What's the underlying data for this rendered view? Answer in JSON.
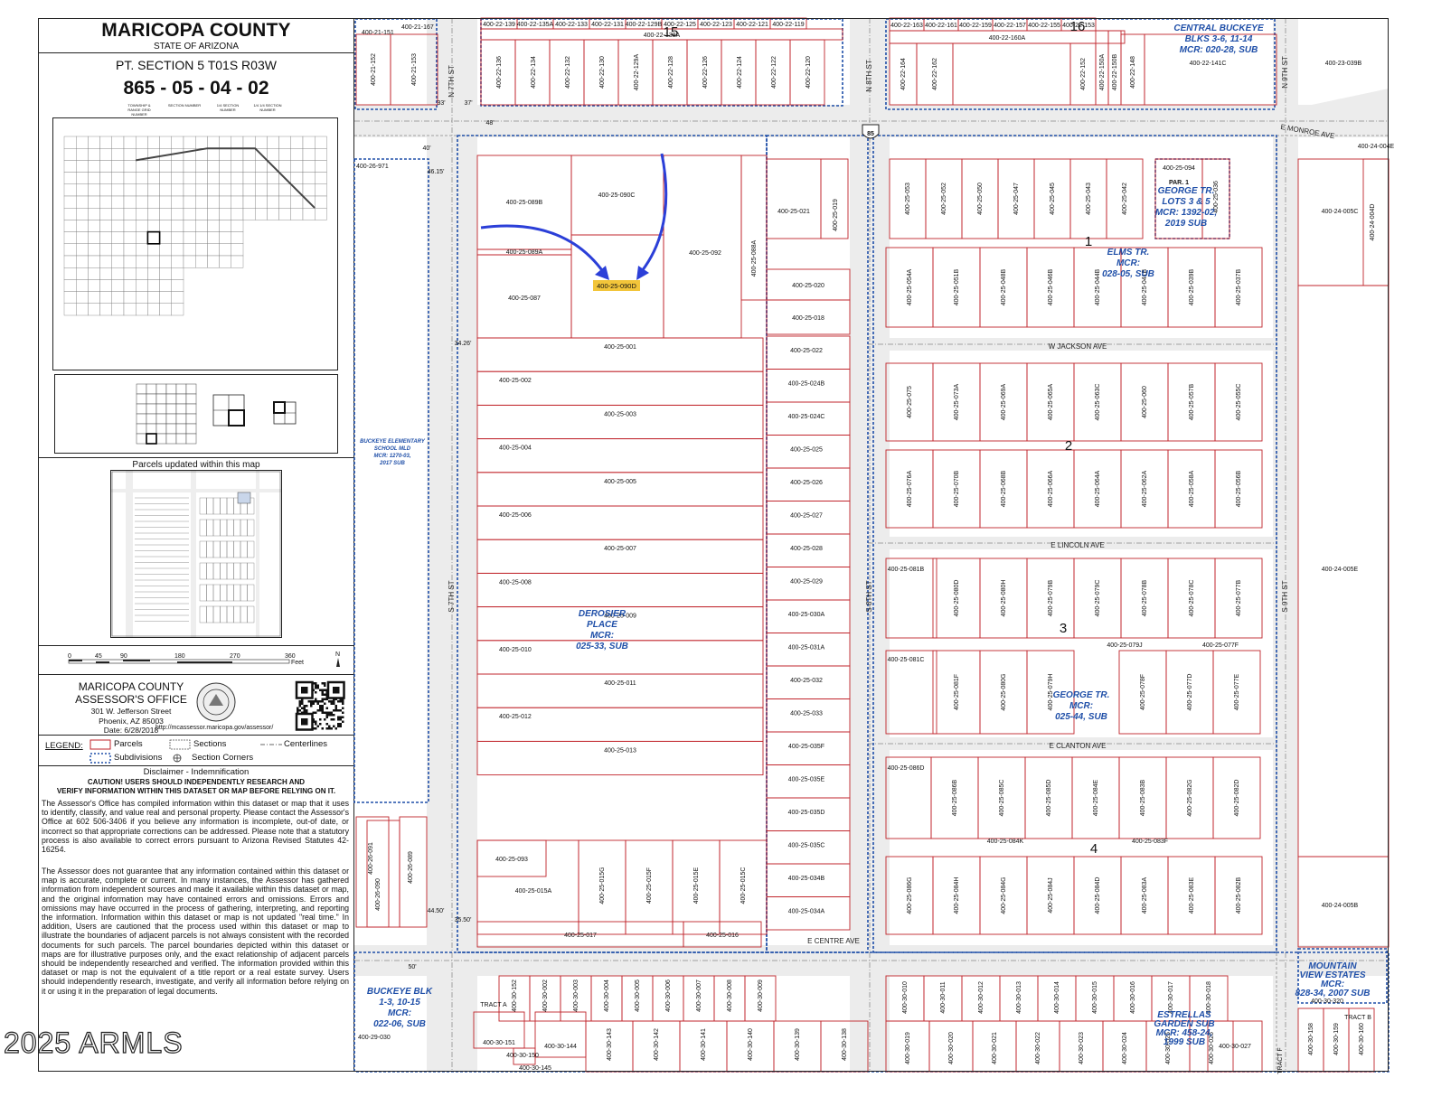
{
  "header": {
    "county": "MARICOPA COUNTY",
    "state": "STATE OF ARIZONA",
    "section": "PT. SECTION  5  T01S R03W",
    "book": "865 - 05 - 04 - 02",
    "book_labels": [
      "TOWNSHIP & RANGE GRID NUMBER",
      "SECTION NUMBER",
      "1/4 SECTION NUMBER",
      "1/4 1/4 SECTION NUMBER"
    ]
  },
  "updated_map": {
    "title": "Parcels updated within this map"
  },
  "scale": {
    "ticks": [
      "0",
      "45",
      "90",
      "180",
      "270",
      "360"
    ],
    "unit": "Feet",
    "north": "N"
  },
  "assessor": {
    "line1": "MARICOPA COUNTY",
    "line2": "ASSESSOR'S OFFICE",
    "address": "301 W. Jefferson Street",
    "city": "Phoenix, AZ 85003",
    "date": "Date: 6/28/2018",
    "url": "http://mcassessor.maricopa.gov/assessor/",
    "seal_text": "MARICOPA COUNTY"
  },
  "legend": {
    "title": "LEGEND:",
    "parcels": "Parcels",
    "sections": "Sections",
    "centerlines": "Centerlines",
    "subdivisions": "Subdivisions",
    "section_corners": "Section Corners"
  },
  "disclaimer": {
    "title": "Disclaimer - Indemnification",
    "caution_1": "CAUTION!   USERS   SHOULD   INDEPENDENTLY   RESEARCH   AND",
    "caution_2": "VERIFY INFORMATION WITHIN THIS DATASET OR MAP BEFORE RELYING ON IT.",
    "p1": "The Assessor's Office has compiled information within this dataset or map that it uses to identify, classify, and value real and personal property. Please contact the Assessor's Office at 602 506-3406 if you believe any information is incomplete, out-of date, or incorrect so that appropriate corrections can be addressed. Please note that a statutory process is also available to correct errors pursuant to Arizona Revised Statutes 42-16254.",
    "p2": "The Assessor does not guarantee that any information contained within this dataset or map is accurate, complete or current.  In many instances, the Assessor has gathered information from independent sources and made it available within this dataset or map, and the original information may have contained errors and omissions.  Errors and omissions may have occurred in the process of gathering, interpreting, and reporting the information. Information within this dataset or map is not updated \"real time.\" In addition, Users are cautioned that the  process used within this dataset or map to illustrate the boundaries of adjacent parcels is not always consistent with the recorded documents for such parcels.  The parcel boundaries depicted within this dataset or maps are for illustrative purposes only, and the exact relationship of adjacent parcels should be independently researched and verified.  The information provided within this dataset or map is not the equivalent of a title report or a real estate survey. Users should independently research, investigate, and verify all information before relying on it or using it in the preparation of legal documents."
  },
  "watermark": "2025 ARMLS",
  "colors": {
    "parcel": "#c0242b",
    "subdivision": "#1f4fa8",
    "highlight": "#f2c53a",
    "arrow": "#2b3fd8"
  },
  "map": {
    "highlighted_parcel": "400-25-090D",
    "streets": [
      "N 7TH ST",
      "N 8TH ST",
      "N 9TH ST",
      "E MONROE AVE",
      "W JACKSON AVE",
      "E LINCOLN AVE",
      "E CLANTON AVE",
      "E CENTRE AVE",
      "S 7TH ST",
      "S 8TH ST",
      "S 9TH ST"
    ],
    "route_shield": "85",
    "section_numbers": [
      "15",
      "16"
    ],
    "block_numbers": [
      "1",
      "2",
      "3",
      "4"
    ],
    "subdivisions": [
      {
        "lines": [
          "CENTRAL BUCKEYE",
          "BLKS 3-6, 11-14",
          "MCR: 020-28, SUB"
        ]
      },
      {
        "lines": [
          "ELMS TR.",
          "MCR:",
          "028-05, SUB"
        ]
      },
      {
        "lines": [
          "GEORGE TR.",
          "LOTS 3 & 5",
          "MCR: 1392-02,",
          "2019 SUB"
        ]
      },
      {
        "lines": [
          "DEROSIER",
          "PLACE",
          "MCR:",
          "025-33, SUB"
        ]
      },
      {
        "lines": [
          "GEORGE TR.",
          "MCR:",
          "025-44, SUB"
        ]
      },
      {
        "lines": [
          "BUCKEYE ELEMENTARY",
          "SCHOOL MLD",
          "MCR: 1270-03,",
          "2017 SUB"
        ]
      },
      {
        "lines": [
          "BUCKEYE BLK",
          "1-3, 10-15",
          "MCR:",
          "022-06, SUB"
        ]
      },
      {
        "lines": [
          "ESTRELLAS",
          "GARDEN SUB",
          "MCR: 458-24,",
          "1999 SUB"
        ]
      },
      {
        "lines": [
          "MOUNTAIN",
          "VIEW ESTATES",
          "MCR:",
          "828-34, 2007 SUB"
        ]
      }
    ],
    "dimensions": [
      "33'",
      "37'",
      "48'",
      "40'",
      "46.15'",
      "34.26'",
      "44.50'",
      "35.50'",
      "50'"
    ],
    "tract_labels": [
      "TRACT A",
      "TRACT B",
      "TRACT F",
      "PAR. 1"
    ],
    "parcels_top": [
      "400-21-152",
      "400-21-153",
      "400-21-151",
      "400-21-167",
      "400-22-139",
      "400-22-135A",
      "400-22-133",
      "400-22-131",
      "400-22-129B",
      "400-22-125",
      "400-22-123",
      "400-22-121",
      "400-22-119",
      "400-22-138A",
      "400-22-136",
      "400-22-134",
      "400-22-132",
      "400-22-130",
      "400-22-129A",
      "400-22-128",
      "400-22-126",
      "400-22-124",
      "400-22-122",
      "400-22-120",
      "400-22-163",
      "400-22-161",
      "400-22-159",
      "400-22-157",
      "400-22-155",
      "400-22-153",
      "400-22-160A",
      "400-22-164",
      "400-22-162",
      "400-22-152",
      "400-22-150A",
      "400-22-150B",
      "400-22-148",
      "400-22-141C",
      "400-23-039B"
    ],
    "parcels_block_a": [
      "400-26-971",
      "400-25-089B",
      "400-25-090C",
      "400-25-089A",
      "400-25-087",
      "400-25-090D",
      "400-25-092",
      "400-25-088A",
      "400-25-021",
      "400-25-019",
      "400-25-020",
      "400-25-018",
      "400-25-001",
      "400-25-002",
      "400-25-003",
      "400-25-004",
      "400-25-005",
      "400-25-006",
      "400-25-007",
      "400-25-008",
      "400-25-009",
      "400-25-010",
      "400-25-011",
      "400-25-012",
      "400-25-013",
      "400-25-093",
      "400-25-015A",
      "400-25-015G",
      "400-25-015F",
      "400-25-015E",
      "400-25-015C",
      "400-25-017",
      "400-25-016",
      "400-25-022",
      "400-25-024B",
      "400-25-024C",
      "400-25-025",
      "400-25-026",
      "400-25-027",
      "400-25-028",
      "400-25-029",
      "400-25-030A",
      "400-25-031A",
      "400-25-032",
      "400-25-033",
      "400-25-035F",
      "400-25-035E",
      "400-25-035D",
      "400-25-035C",
      "400-25-034B",
      "400-25-034A",
      "400-26-091",
      "400-26-090",
      "400-26-089"
    ],
    "parcels_block_b": [
      "400-25-053",
      "400-25-052",
      "400-25-050",
      "400-25-047",
      "400-25-045",
      "400-25-043",
      "400-25-042",
      "400-25-094",
      "400-25-036",
      "400-25-054A",
      "400-25-051B",
      "400-25-048B",
      "400-25-046B",
      "400-25-044B",
      "400-25-041B",
      "400-25-039B",
      "400-25-037B",
      "400-25-075",
      "400-25-073A",
      "400-25-069A",
      "400-25-065A",
      "400-25-063C",
      "400-25-060",
      "400-25-057B",
      "400-25-055C",
      "400-25-076A",
      "400-25-070B",
      "400-25-068B",
      "400-25-066A",
      "400-25-064A",
      "400-25-062A",
      "400-25-058A",
      "400-25-056B",
      "400-25-081B",
      "400-25-080D",
      "400-25-080H",
      "400-25-079B",
      "400-25-079C",
      "400-25-078B",
      "400-25-078C",
      "400-25-077B",
      "400-25-081C",
      "400-25-081F",
      "400-25-080G",
      "400-25-079H",
      "400-25-079J",
      "400-25-078F",
      "400-25-077D",
      "400-25-077E",
      "400-25-077F",
      "400-25-086D",
      "400-25-086B",
      "400-25-085C",
      "400-25-085D",
      "400-25-084E",
      "400-25-083B",
      "400-25-082G",
      "400-25-082D",
      "400-25-084K",
      "400-25-083F",
      "400-25-086G",
      "400-25-084H",
      "400-25-084G",
      "400-25-084J",
      "400-25-084D",
      "400-25-083A",
      "400-25-083E",
      "400-25-082B"
    ],
    "parcels_right": [
      "400-24-005C",
      "400-24-004D",
      "400-24-005E",
      "400-24-005B",
      "400-24-004E"
    ],
    "parcels_bottom": [
      "400-29-030",
      "400-30-151",
      "400-30-150",
      "400-30-145",
      "400-30-144",
      "400-30-152",
      "400-30-002",
      "400-30-003",
      "400-30-004",
      "400-30-005",
      "400-30-006",
      "400-30-007",
      "400-30-008",
      "400-30-009",
      "400-30-143",
      "400-30-142",
      "400-30-141",
      "400-30-140",
      "400-30-139",
      "400-30-138",
      "400-30-010",
      "400-30-011",
      "400-30-012",
      "400-30-013",
      "400-30-014",
      "400-30-015",
      "400-30-016",
      "400-30-017",
      "400-30-018",
      "400-30-019",
      "400-30-020",
      "400-30-021",
      "400-30-022",
      "400-30-023",
      "400-30-024",
      "400-30-025",
      "400-30-026",
      "400-30-027",
      "400-30-320",
      "400-30-158",
      "400-30-159",
      "400-30-160"
    ]
  }
}
